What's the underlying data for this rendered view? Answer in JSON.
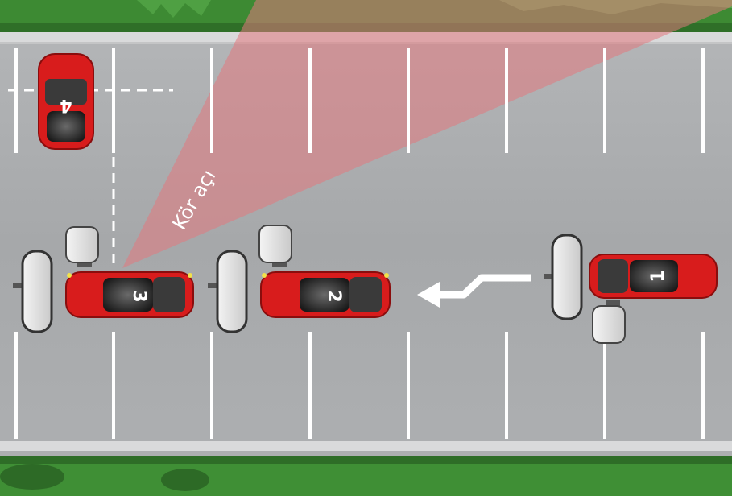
{
  "diagram": {
    "blind_spot_label": "Kör açı",
    "cars": [
      {
        "id": "car-1",
        "number": "1"
      },
      {
        "id": "car-2",
        "number": "2"
      },
      {
        "id": "car-3",
        "number": "3"
      },
      {
        "id": "car-4",
        "number": "4"
      }
    ],
    "colors": {
      "car": "#d81c1c",
      "road": "#a9abad",
      "grass": "#3f8a34",
      "blind_spot": "#e2787d",
      "marking": "#ffffff"
    }
  }
}
